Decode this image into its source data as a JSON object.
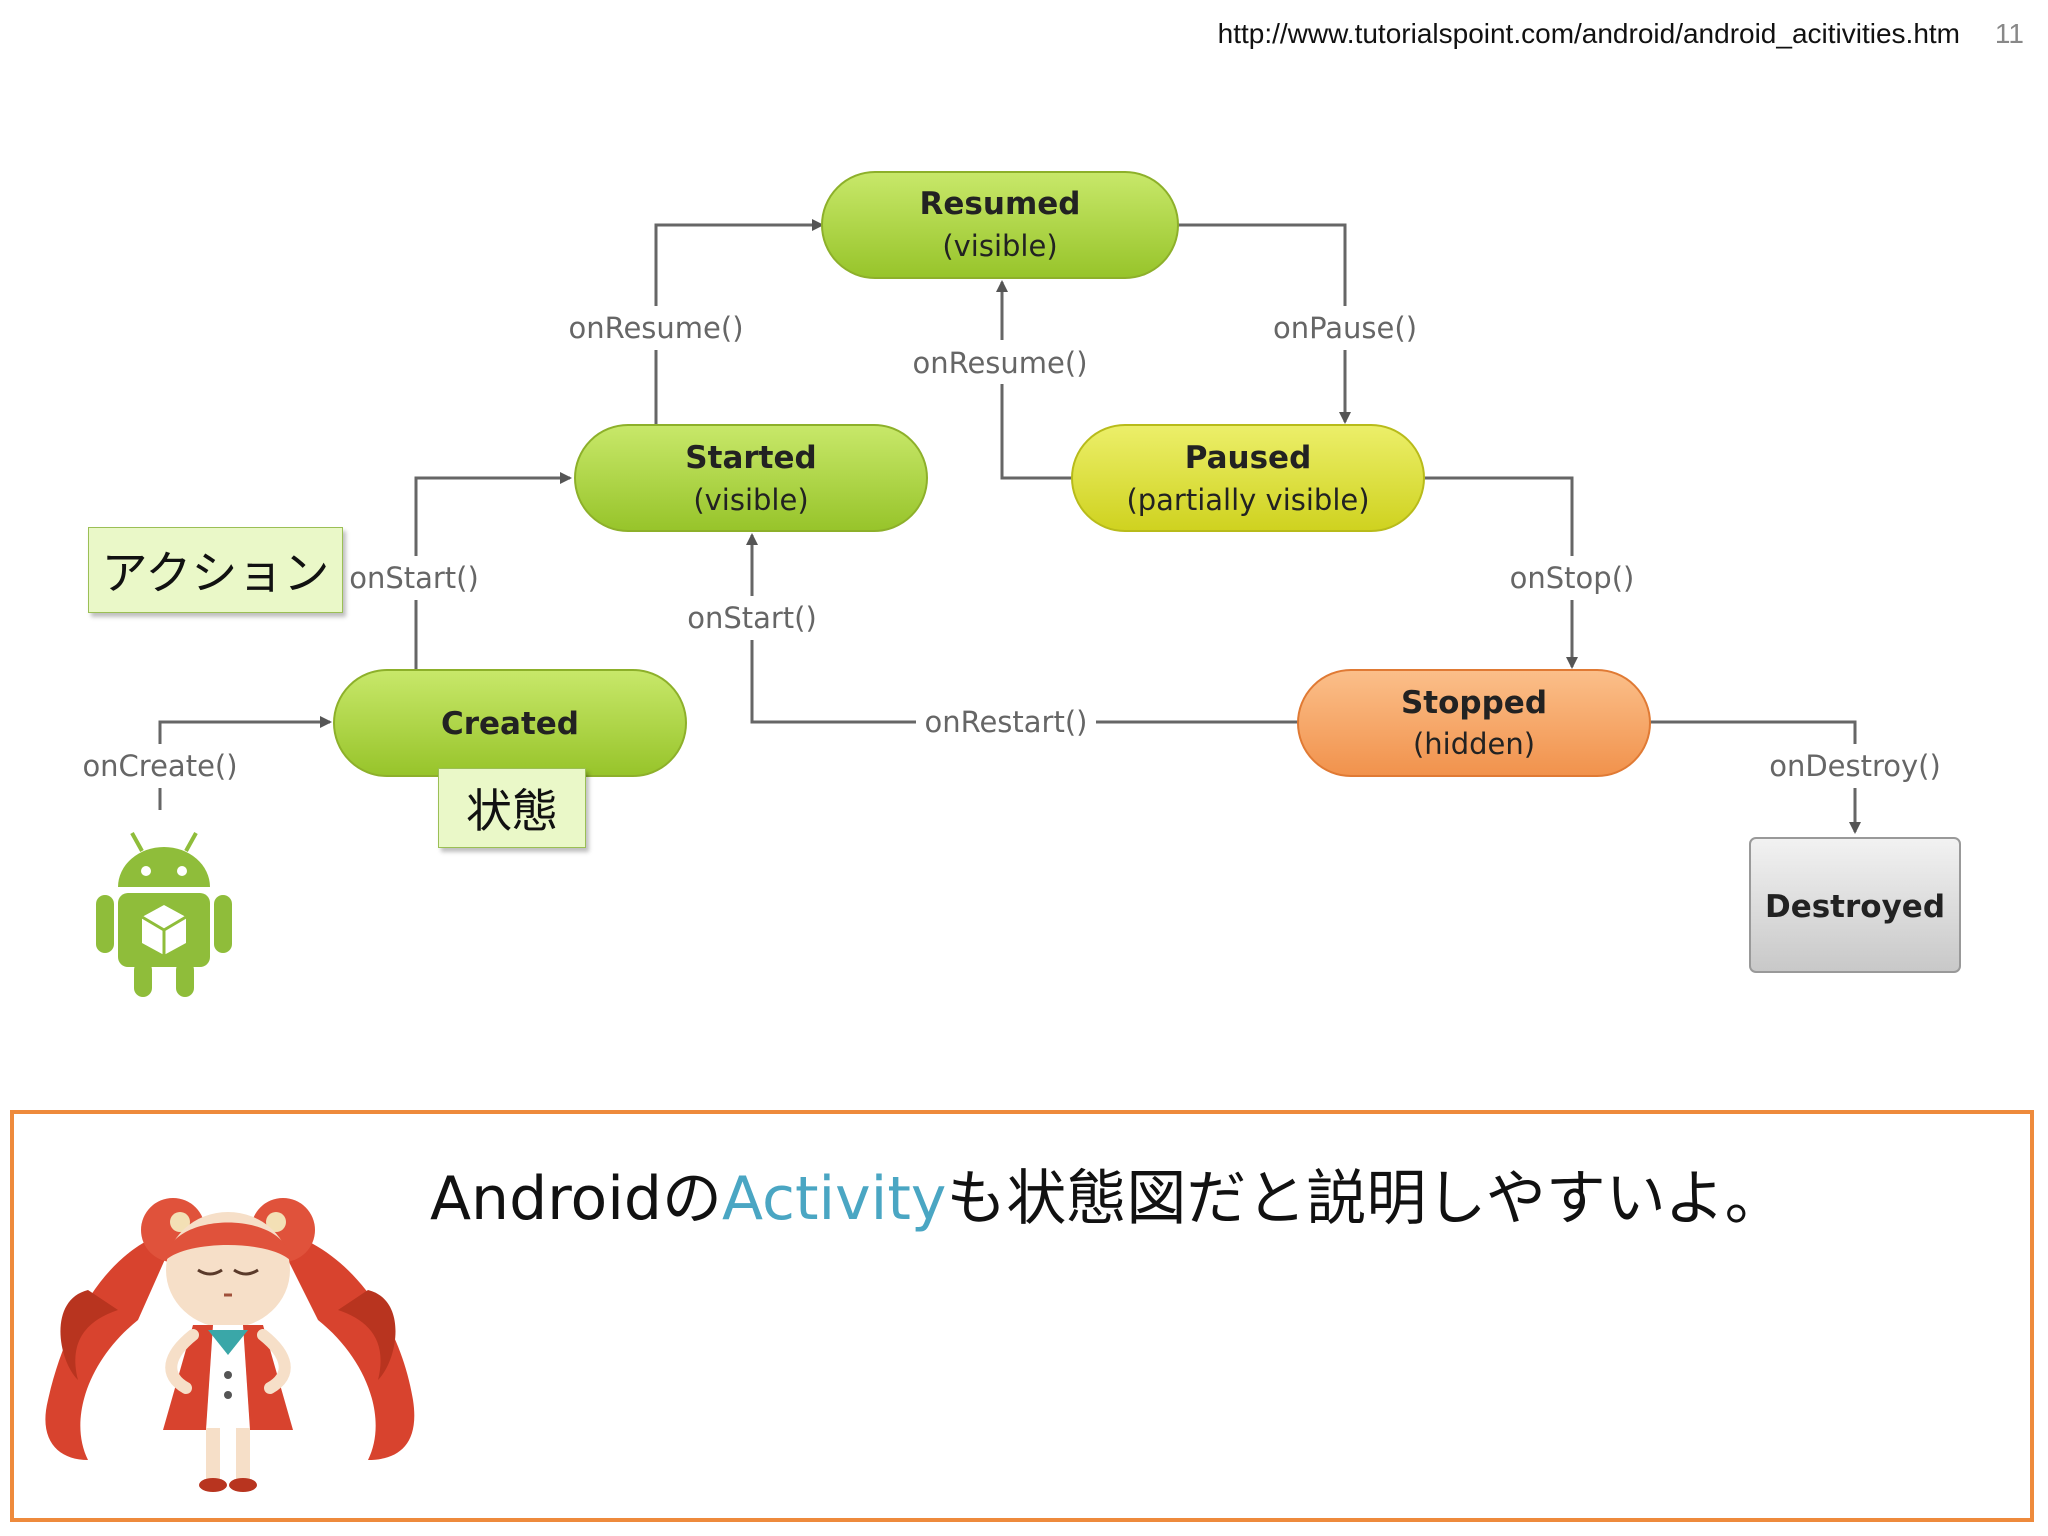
{
  "header": {
    "url": "http://www.tutorialspoint.com/android/android_acitivities.htm",
    "page_number": "11"
  },
  "diagram": {
    "states": [
      {
        "id": "resumed",
        "title": "Resumed",
        "subtitle": "(visible)",
        "color": "#a9d43b"
      },
      {
        "id": "started",
        "title": "Started",
        "subtitle": "(visible)",
        "color": "#a9d43b"
      },
      {
        "id": "paused",
        "title": "Paused",
        "subtitle": "(partially visible)",
        "color": "#d9e03a"
      },
      {
        "id": "created",
        "title": "Created",
        "subtitle": "",
        "color": "#a9d43b"
      },
      {
        "id": "stopped",
        "title": "Stopped",
        "subtitle": "(hidden)",
        "color": "#f6a264"
      },
      {
        "id": "destroyed",
        "title": "Destroyed",
        "subtitle": "",
        "color": "#d9d9d9"
      }
    ],
    "transitions": {
      "on_create": "onCreate()",
      "on_start_created": "onStart()",
      "on_resume_started": "onResume()",
      "on_resume_paused": "onResume()",
      "on_pause": "onPause()",
      "on_stop": "onStop()",
      "on_start_restart": "onStart()",
      "on_restart": "onRestart()",
      "on_destroy": "onDestroy()"
    },
    "notes": {
      "action": "アクション",
      "state": "状態"
    },
    "icons": [
      "android-robot-icon"
    ]
  },
  "callout": {
    "text_before": "Android",
    "text_no": "の",
    "text_accent": "Activity",
    "text_after": "も状態図だと説明しやすいよ。",
    "accent_color": "#4aa6c3",
    "border_color": "#ee8a3c",
    "icon": "anime-mascot-icon"
  }
}
